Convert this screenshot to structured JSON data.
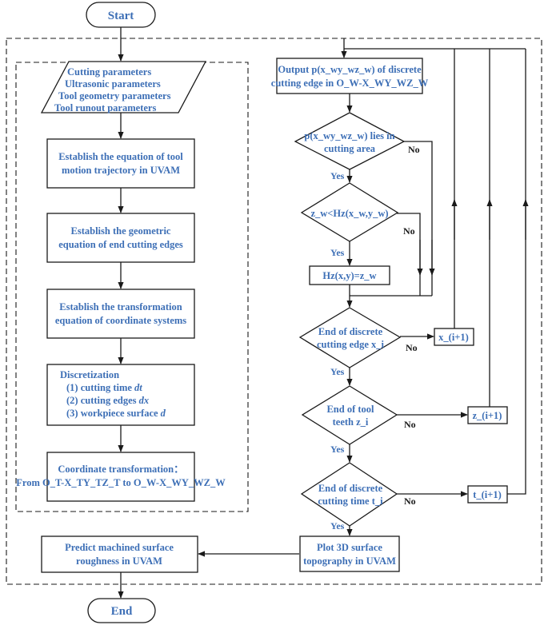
{
  "start_label": "Start",
  "end_label": "End",
  "params_box": [
    "Cutting parameters",
    "Ultrasonic parameters",
    "Tool geometry parameters",
    "Tool runout parameters"
  ],
  "step_trajectory": [
    "Establish the equation of tool",
    "motion trajectory in UVAM"
  ],
  "step_geometric": [
    "Establish the geometric",
    "equation of  end cutting edges"
  ],
  "step_transform": [
    "Establish the transformation",
    "equation of coordinate systems"
  ],
  "step_discretization": {
    "title": "Discretization",
    "items": [
      "(1) cutting time ",
      "(2) cutting edges ",
      "(3) workpiece surface "
    ],
    "item_vars": [
      "dt",
      "dx",
      "d"
    ]
  },
  "step_coord": {
    "line1": "Coordinate transformation：",
    "line2": "From O_T-X_TY_TZ_T to O_W-X_WY_WZ_W"
  },
  "output_box": {
    "line1": "Output p(x_wy_wz_w) of discrete",
    "line2": "cutting edge in O_W-X_WY_WZ_W"
  },
  "decision_area": {
    "line1": "p(x_wy_wz_w) lies in",
    "line2": "cutting area"
  },
  "decision_height": "z_w<Hz(x_w,y_w)",
  "assign_box": "Hz(x,y)=z_w",
  "decision_edge": {
    "line1": "End of discrete",
    "line2": "cutting edge x_i"
  },
  "decision_teeth": {
    "line1": "End of tool",
    "line2": "teeth z_i"
  },
  "decision_time": {
    "line1": "End of discrete",
    "line2": "cutting time t_i"
  },
  "inc_x": "x_(i+1)",
  "inc_z": "z_(i+1)",
  "inc_t": "t_(i+1)",
  "plot_box": [
    "Plot 3D surface",
    "topography in UVAM"
  ],
  "predict_box": [
    "Predict machined surface",
    "roughness in UVAM"
  ],
  "yes_label": "Yes",
  "no_label": "No"
}
